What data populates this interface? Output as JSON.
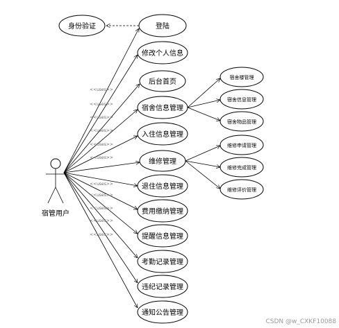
{
  "actor": {
    "label": "宿管用户"
  },
  "auth_case": {
    "label": "身份验证"
  },
  "login_case": {
    "label": "登陆"
  },
  "use_cases": [
    {
      "label": "修改个人信息"
    },
    {
      "label": "后台首页"
    },
    {
      "label": "宿舍信息管理"
    },
    {
      "label": "入住信息管理"
    },
    {
      "label": "维修管理"
    },
    {
      "label": "退住信息管理"
    },
    {
      "label": "费用缴纳管理"
    },
    {
      "label": "提醒信息管理"
    },
    {
      "label": "考勤记录管理"
    },
    {
      "label": "违纪记录管理"
    },
    {
      "label": "通知公告管理"
    }
  ],
  "dorm_subcases": [
    {
      "label": "宿舍楼管理"
    },
    {
      "label": "宿舍信息管理"
    },
    {
      "label": "宿舍物品管理"
    }
  ],
  "repair_subcases": [
    {
      "label": "维修申请管理"
    },
    {
      "label": "维修完成管理"
    },
    {
      "label": "维修评价管理"
    }
  ],
  "stereotype": "<<uses>>",
  "watermark": "CSDN @w_CXKF10088"
}
